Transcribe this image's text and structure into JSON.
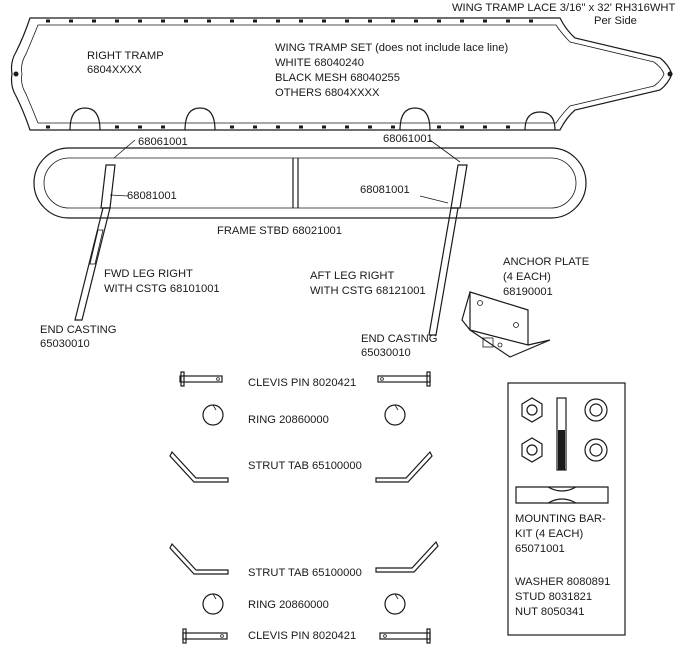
{
  "labels": {
    "lace_title": "WING TRAMP LACE 3/16\" x 32' RH316WHT",
    "lace_per_side": "Per Side",
    "right_tramp": "RIGHT TRAMP",
    "right_tramp_pn": "6804XXXX",
    "tramp_set": "WING TRAMP SET (does not include lace line)",
    "tramp_white": "WHITE  68040240",
    "tramp_black": "BLACK MESH  68040255",
    "tramp_others": "OTHERS 6804XXXX",
    "frame_pn_left_top": "68061001",
    "frame_pn_right_top": "68061001",
    "frame_pn_left_inner": "68081001",
    "frame_pn_right_inner": "68081001",
    "frame_stbd": "FRAME STBD  68021001",
    "fwd_leg": "FWD LEG RIGHT",
    "fwd_leg_cstg": "WITH CSTG  68101001",
    "aft_leg": "AFT LEG RIGHT",
    "aft_leg_cstg": "WITH CSTG  68121001",
    "end_casting_left": "END CASTING",
    "end_casting_left_pn": "65030010",
    "end_casting_right": "END CASTING",
    "end_casting_right_pn": "65030010",
    "anchor_plate": "ANCHOR PLATE",
    "anchor_each": "(4 EACH)",
    "anchor_pn": "68190001",
    "clevis_pin_top": "CLEVIS PIN  8020421",
    "ring_top": "RING  20860000",
    "strut_tab_top": "STRUT TAB  65100000",
    "strut_tab_bottom": "STRUT TAB  65100000",
    "ring_bottom": "RING  20860000",
    "clevis_pin_bottom": "CLEVIS PIN  8020421",
    "mounting_bar_1": "MOUNTING BAR-",
    "mounting_bar_2": "KIT (4 EACH)",
    "mounting_bar_pn": "65071001",
    "washer": "WASHER  8080891",
    "stud": "STUD  8031821",
    "nut": "NUT  8050341"
  },
  "colors": {
    "ink": "#1a1a1a",
    "background": "#ffffff"
  }
}
